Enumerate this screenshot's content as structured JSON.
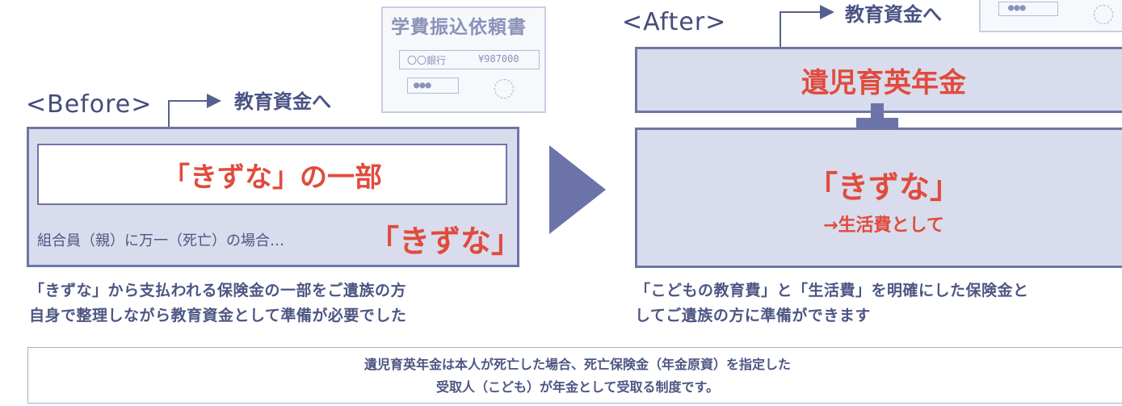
{
  "before": {
    "label": "<Before>",
    "destination": "教育資金へ",
    "inner_title": "「きずな」の一部",
    "condition": "組合員（親）に万一（死亡）の場合…",
    "product": "「きずな」",
    "caption_line1": "「きずな」から支払われる保険金の一部をご遺族の方",
    "caption_line2": "自身で整理しながら教育資金として準備が必要でした"
  },
  "form": {
    "title": "学費振込依頼書",
    "bank": "〇〇銀行",
    "amount": "¥987000",
    "account": "●●●"
  },
  "after": {
    "label": "<After>",
    "destination": "教育資金へ",
    "top_title": "遺児育英年金",
    "plus": "＋",
    "product": "「きずな」",
    "usage": "→生活費として",
    "caption_line1": "「こどもの教育費」と「生活費」を明確にした保険金と",
    "caption_line2": "してご遺族の方に準備ができます",
    "form_account": "●●●"
  },
  "note": {
    "line1": "遺児育英年金は本人が死亡した場合、死亡保険金（年金原資）を指定した",
    "line2": "受取人（こども）が年金として受取る制度です。"
  },
  "colors": {
    "accent": "#e04b3d",
    "frame": "#6d76a6",
    "fill": "#d9dcec",
    "arrow": "#6b73a8"
  }
}
